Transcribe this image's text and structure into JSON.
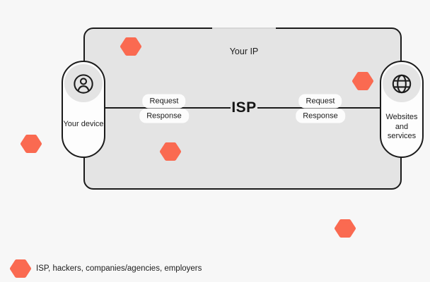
{
  "title_label": "Your IP",
  "isp_label": "ISP",
  "nodes": {
    "device": {
      "label": "Your device",
      "icon": "user-icon"
    },
    "websites": {
      "label": "Websites and services",
      "icon": "globe-icon"
    }
  },
  "connections": {
    "left": {
      "request_label": "Request",
      "response_label": "Response"
    },
    "right": {
      "request_label": "Request",
      "response_label": "Response"
    }
  },
  "legend": {
    "marker": "hexagon",
    "label": "ISP, hackers, companies/agencies, employers"
  },
  "colors": {
    "accent_hexagon": "#FA6A51",
    "panel_fill": "#E4E4E4",
    "page_background": "#F7F7F7",
    "outline": "#1B1B1B"
  }
}
